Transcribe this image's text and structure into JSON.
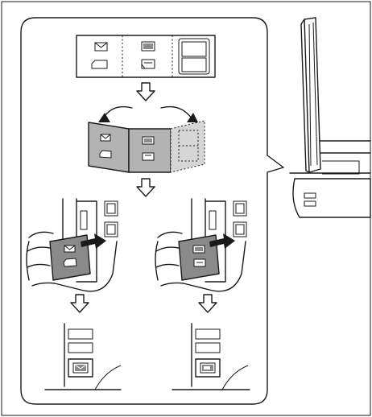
{
  "figure": {
    "panels": [
      {
        "id": "label-sheet",
        "icons": [
          "envelope-icon",
          "paper-icon",
          "envelope-thick-icon",
          "paper-thick-icon",
          "blank-slot-icon"
        ]
      },
      {
        "id": "fold-sheet",
        "action": "fold"
      },
      {
        "id": "insert-left",
        "label_shown": "envelope-icon"
      },
      {
        "id": "insert-right",
        "label_shown": "thick-paper-icon"
      }
    ],
    "colors": {
      "line": "#1a1a1a",
      "fill_gray": "#b3b3b3",
      "fill_light": "#d6d6d6",
      "background": "#ffffff"
    }
  }
}
